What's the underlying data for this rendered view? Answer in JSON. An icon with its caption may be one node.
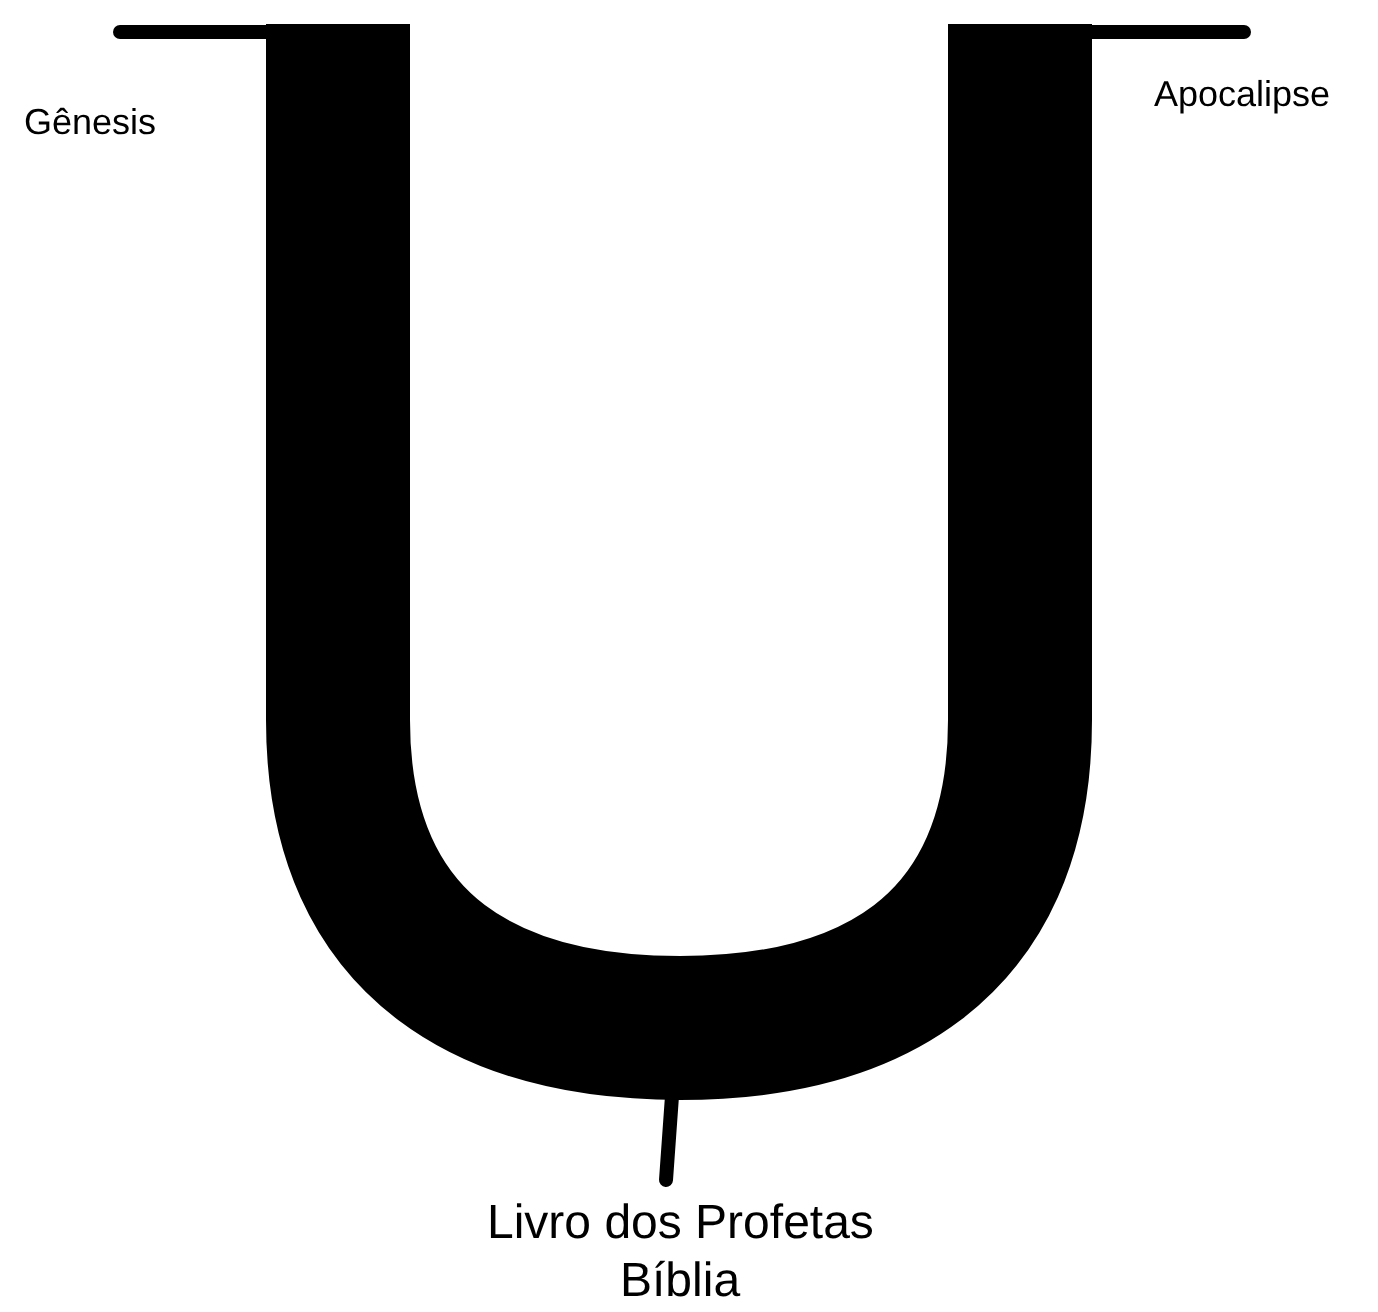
{
  "diagram": {
    "labels": [
      "Gênesis",
      "Apocalipse",
      "Livro dos Profetas",
      "Bíblia"
    ]
  }
}
